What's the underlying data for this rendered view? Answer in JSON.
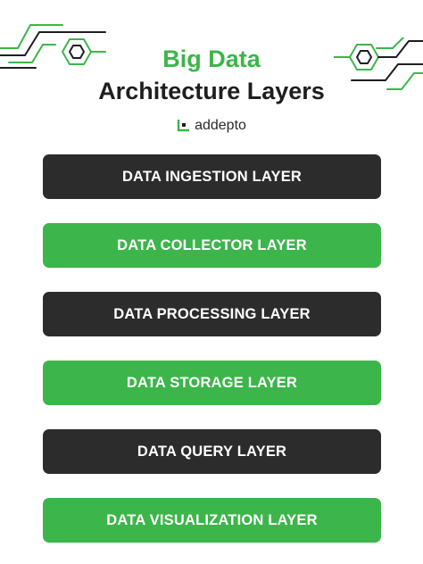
{
  "title": {
    "line1": "Big Data",
    "line2": "Architecture Layers"
  },
  "brand": {
    "name": "addepto",
    "icon": "addepto-logo-icon"
  },
  "colors": {
    "accent": "#3cb54a",
    "dark": "#2c2c2c",
    "text": "#1e1e1e",
    "background": "#ffffff"
  },
  "layers": [
    {
      "label": "DATA INGESTION LAYER",
      "style": "dark"
    },
    {
      "label": "DATA COLLECTOR LAYER",
      "style": "green"
    },
    {
      "label": "DATA PROCESSING LAYER",
      "style": "dark"
    },
    {
      "label": "DATA STORAGE LAYER",
      "style": "green"
    },
    {
      "label": "DATA QUERY LAYER",
      "style": "dark"
    },
    {
      "label": "DATA VISUALIZATION LAYER",
      "style": "green"
    }
  ],
  "decorations": {
    "left": "circuit-hexagon-icon",
    "right": "circuit-hexagon-icon"
  }
}
